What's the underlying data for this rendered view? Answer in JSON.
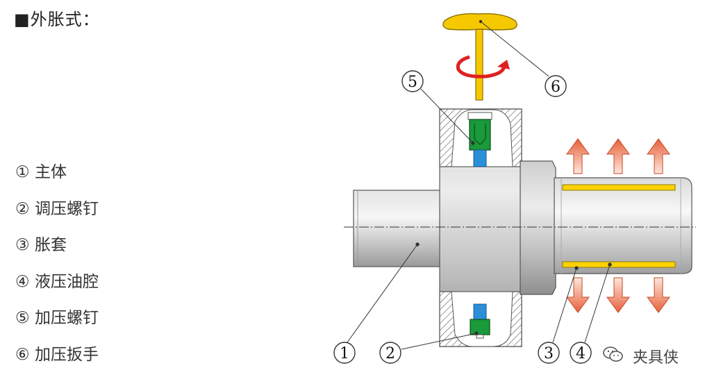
{
  "title": "■外胀式：",
  "legend": [
    {
      "num": "①",
      "label": "主体"
    },
    {
      "num": "②",
      "label": "调压螺钉"
    },
    {
      "num": "③",
      "label": "胀套"
    },
    {
      "num": "④",
      "label": "液压油腔"
    },
    {
      "num": "⑤",
      "label": "加压螺钉"
    },
    {
      "num": "⑥",
      "label": "加压扳手"
    }
  ],
  "callouts": [
    "1",
    "2",
    "3",
    "4",
    "5",
    "6"
  ],
  "watermark": {
    "text": "夹具侠",
    "icon": "wechat-icon"
  },
  "colors": {
    "wrench": "#f5c800",
    "oil": "#ffd200",
    "screw": "#1a9a3a",
    "oil_channel": "#2a8fd6",
    "arrow": "#e8603a",
    "rotation": "#e02020"
  }
}
